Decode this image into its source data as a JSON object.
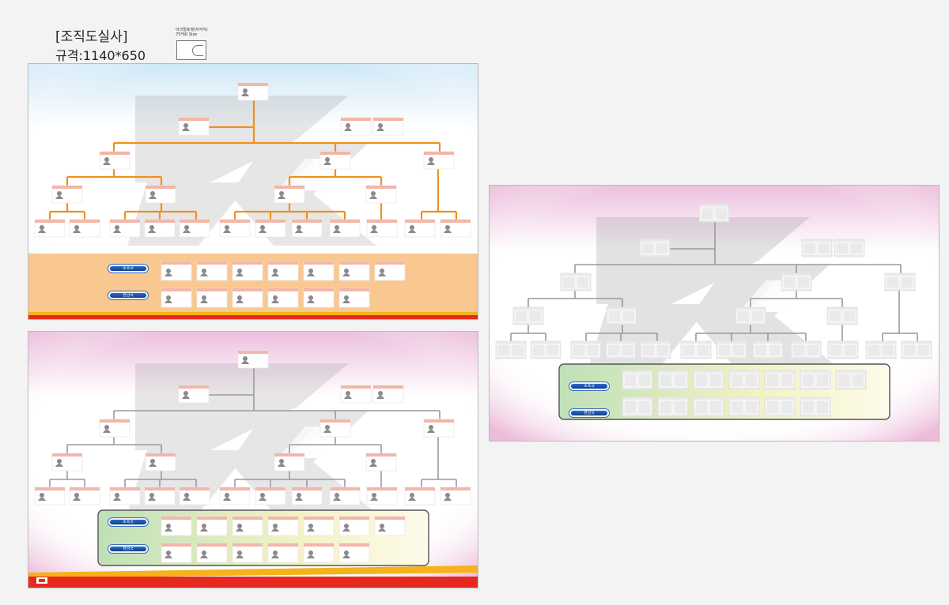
{
  "header": {
    "title": "[조직도실사]",
    "spec": "규격:1140*650",
    "acrylic_label": "아크릴포켓(자석식)",
    "acrylic_size": "75*60 Size"
  },
  "boards": [
    {
      "theme": "orange",
      "rows": [
        {
          "label": "소속국",
          "cards": 7
        },
        {
          "label": "현금국",
          "cards": 6
        }
      ]
    },
    {
      "theme": "pink",
      "rows": [
        {
          "label": "소속국",
          "cards": 7
        },
        {
          "label": "현금국",
          "cards": 6
        }
      ]
    },
    {
      "theme": "pink-faded",
      "rows": [
        {
          "label": "소속국",
          "cards": 7
        },
        {
          "label": "현금국",
          "cards": 6
        }
      ]
    }
  ],
  "colors": {
    "orange_line": "#f0901e",
    "gray_line": "#9a9a9a",
    "card_header": "#f2b7a8",
    "avatar": "#8a8a8a",
    "orange_panel": "#f8c890",
    "pink_frame": "#eab4d6",
    "red_strip": "#e5291f",
    "pill_blue": "#1f56b1"
  },
  "icons": [
    "person-icon",
    "logo-mark-icon"
  ]
}
